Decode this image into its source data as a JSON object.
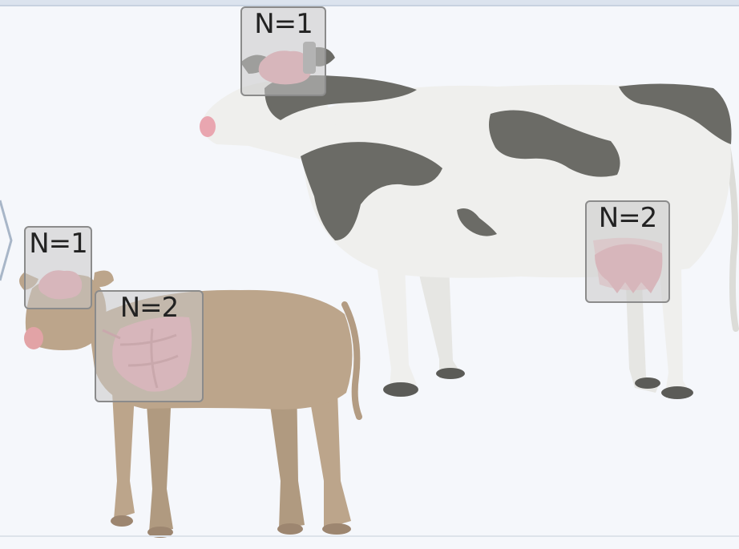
{
  "callouts": {
    "adult_brain": "N=1",
    "adult_udder": "N=2",
    "calf_brain": "N=1",
    "calf_lung": "N=2"
  },
  "colors": {
    "background": "#f5f7fb",
    "adult_body": "#efefed",
    "adult_spots": "#6b6b66",
    "calf_body": "#bca58b",
    "organ_pink": "#e9a0aa",
    "callout_border": "#8b8b8b"
  }
}
